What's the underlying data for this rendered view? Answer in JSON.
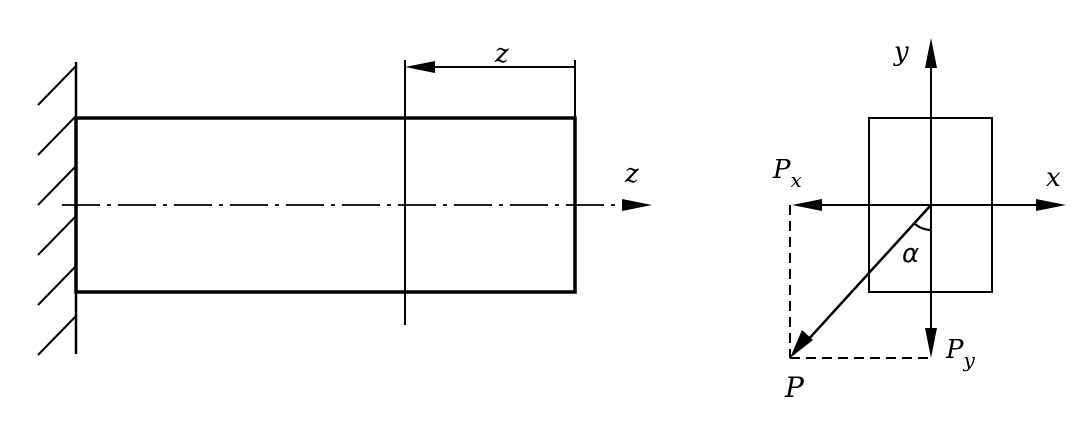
{
  "beam_view": {
    "dimension_label": "z",
    "axis_label": "z"
  },
  "cross_section": {
    "y_axis_label": "y",
    "x_axis_label": "x",
    "px_label": {
      "main": "P",
      "sub": "x"
    },
    "py_label": {
      "main": "P",
      "sub": "y"
    },
    "p_label": "P",
    "angle_label": "α"
  }
}
